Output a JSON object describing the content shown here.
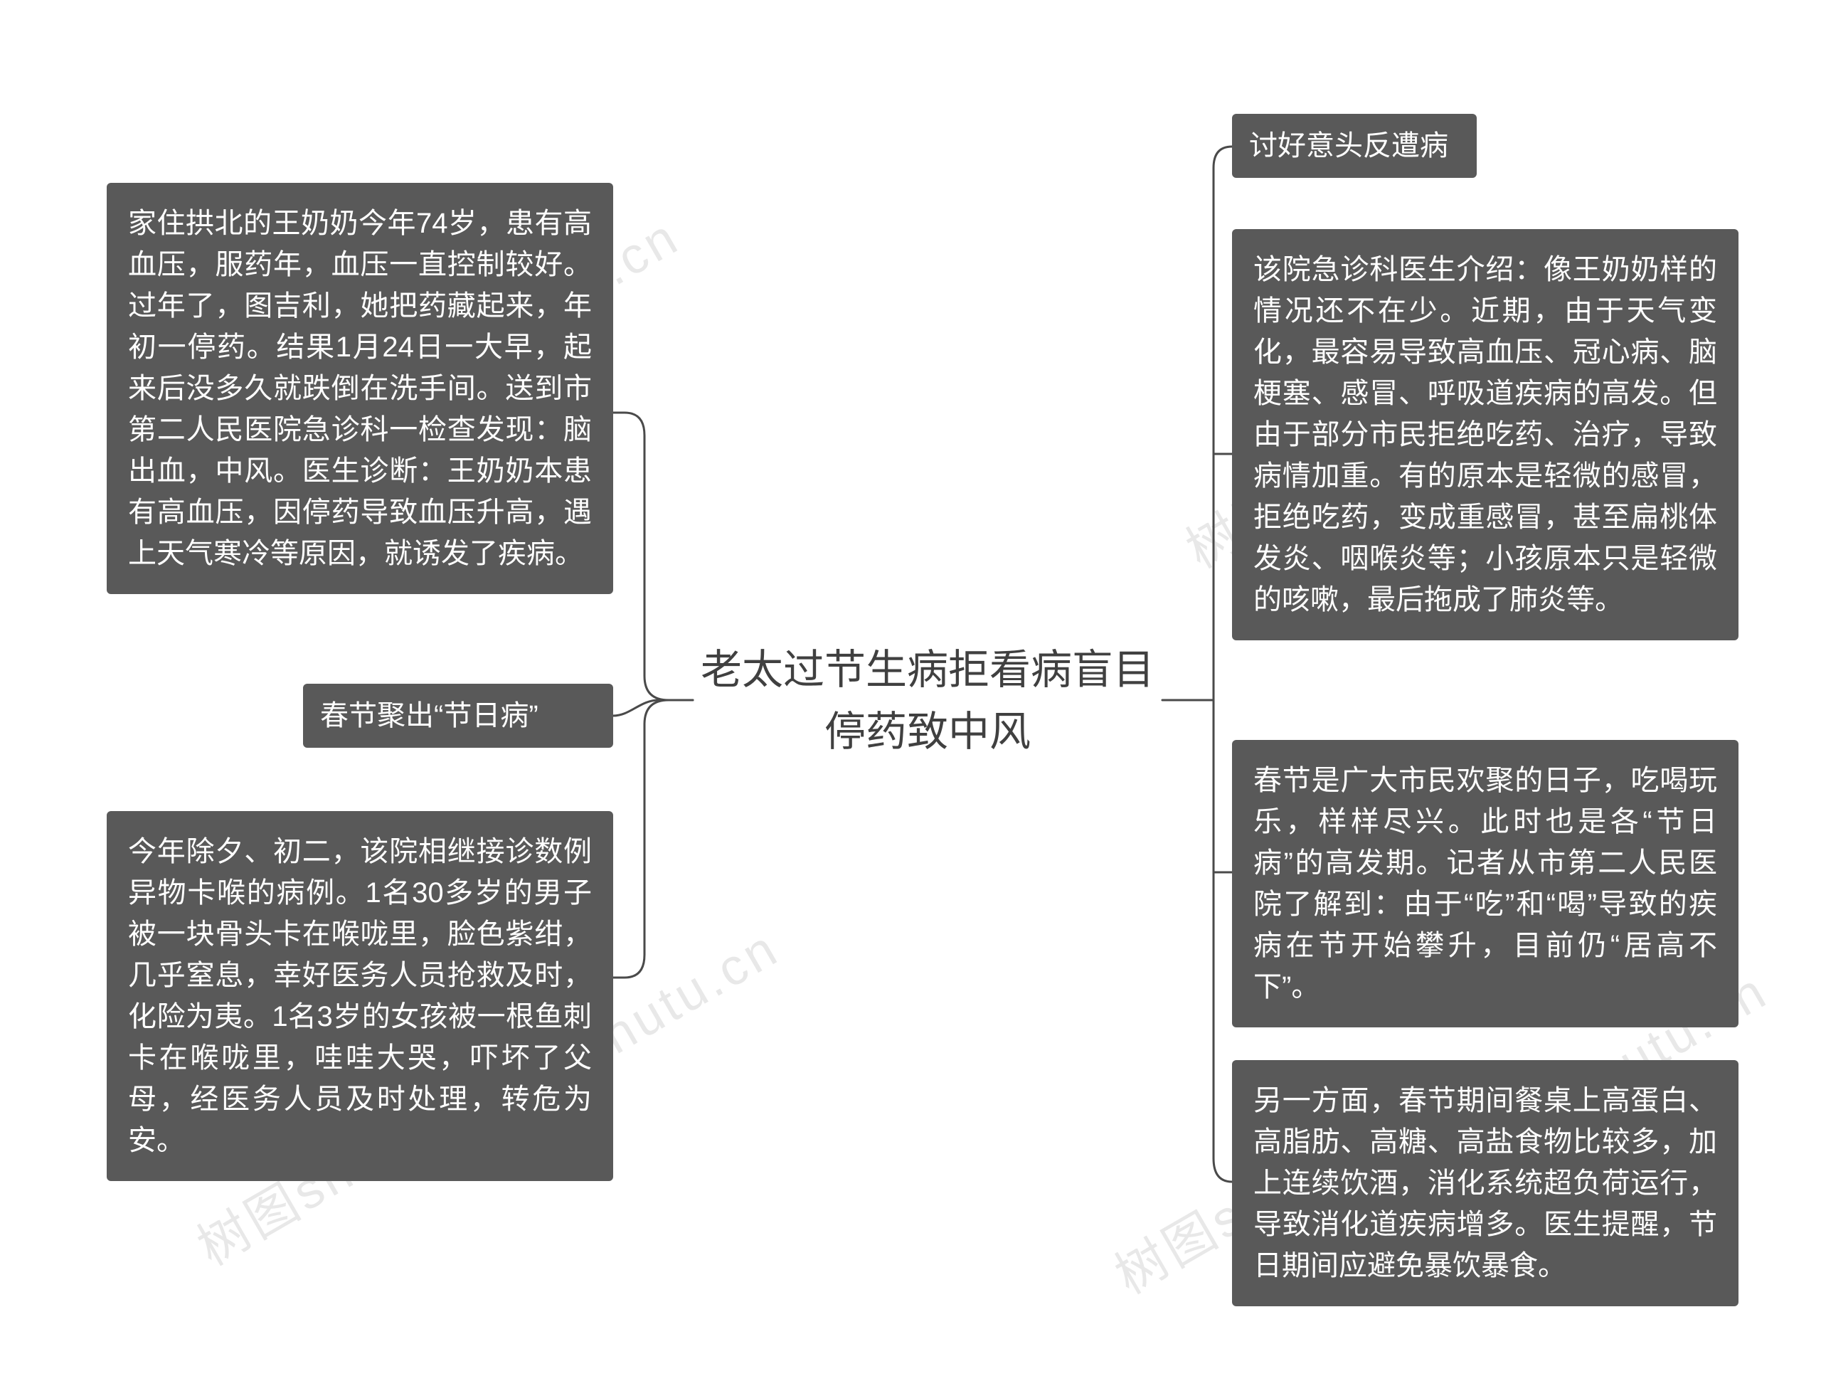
{
  "title": "老太过节生病拒看病盲目停药致中风",
  "nodes": {
    "story": {
      "text": "家住拱北的王奶奶今年74岁，患有高血压，服药年，血压一直控制较好。过年了，图吉利，她把药藏起来，年初一停药。结果1月24日一大早，起来后没多久就跌倒在洗手间。送到市第二人民医院急诊科一检查发现：脑出血，中风。医生诊断：王奶奶本患有高血压，因停药导致血压升高，遇上天气寒冷等原因，就诱发了疾病。"
    },
    "festival_label": {
      "text": "春节聚出“节日病”"
    },
    "choking": {
      "text": "今年除夕、初二，该院相继接诊数例异物卡喉的病例。1名30多岁的男子被一块骨头卡在喉咙里，脸色紫绀，几乎窒息，幸好医务人员抢救及时，化险为夷。1名3岁的女孩被一根鱼刺卡在喉咙里，哇哇大哭，吓坏了父母，经医务人员及时处理，转危为安。"
    },
    "badluck": {
      "text": "讨好意头反遭病"
    },
    "doctor": {
      "text": "该院急诊科医生介绍：像王奶奶样的情况还不在少。近期，由于天气变化，最容易导致高血压、冠心病、脑梗塞、感冒、呼吸道疾病的高发。但由于部分市民拒绝吃药、治疗，导致病情加重。有的原本是轻微的感冒，拒绝吃药，变成重感冒，甚至扁桃体发炎、咽喉炎等；小孩原本只是轻微的咳嗽，最后拖成了肺炎等。"
    },
    "overview": {
      "text": "春节是广大市民欢聚的日子，吃喝玩乐，样样尽兴。此时也是各“节日病”的高发期。记者从市第二人民医院了解到：由于“吃”和“喝”导致的疾病在节开始攀升，目前仍“居高不下”。"
    },
    "diet": {
      "text": "另一方面，春节期间餐桌上高蛋白、高脂肪、高糖、高盐食物比较多，加上连续饮酒，消化系统超负荷运行，导致消化道疾病增多。医生提醒，节日期间应避免暴饮暴食。"
    }
  },
  "watermark": {
    "text": "树图shutu.cn"
  },
  "colors": {
    "node_background": "#595959",
    "node_text": "#ffffff",
    "title_text": "#404040",
    "connector": "#4a4a4a",
    "page_background": "#ffffff",
    "watermark_text": "rgba(0,0,0,0.09)"
  }
}
